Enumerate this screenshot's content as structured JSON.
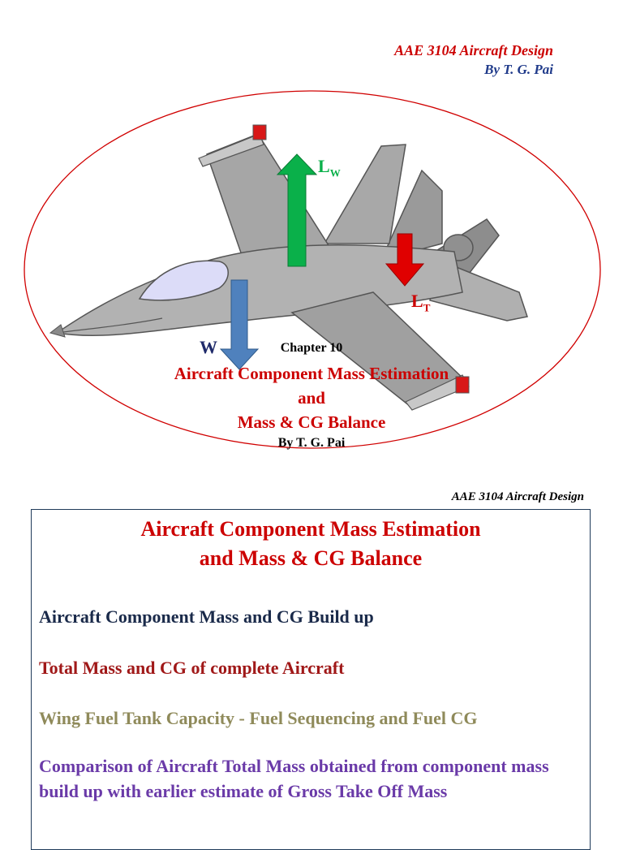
{
  "slide1": {
    "course": "AAE  3104 Aircraft Design",
    "author": "By   T. G. Pai",
    "chapter": "Chapter 10",
    "title_lines": [
      "Aircraft Component Mass Estimation",
      "and",
      "Mass & CG Balance"
    ],
    "byline": "By T. G. Pai",
    "force_labels": {
      "wing_lift": "L",
      "wing_lift_sub": "W",
      "tail_lift": "L",
      "tail_lift_sub": "T",
      "weight": "W"
    },
    "colors": {
      "wing_lift": "#0ab04a",
      "tail_lift": "#e00000",
      "weight": "#4f81bd",
      "ellipse": "#d00000"
    }
  },
  "slide2": {
    "course": "AAE  3104 Aircraft Design",
    "title_lines": [
      "Aircraft Component Mass Estimation",
      "and Mass & CG Balance"
    ],
    "bullets": [
      "Aircraft Component Mass and CG Build up",
      "Total Mass and CG of complete Aircraft",
      "Wing Fuel Tank Capacity -  Fuel Sequencing and Fuel CG",
      "Comparison of Aircraft Total Mass obtained from component mass build up with earlier estimate of Gross Take Off Mass"
    ]
  }
}
